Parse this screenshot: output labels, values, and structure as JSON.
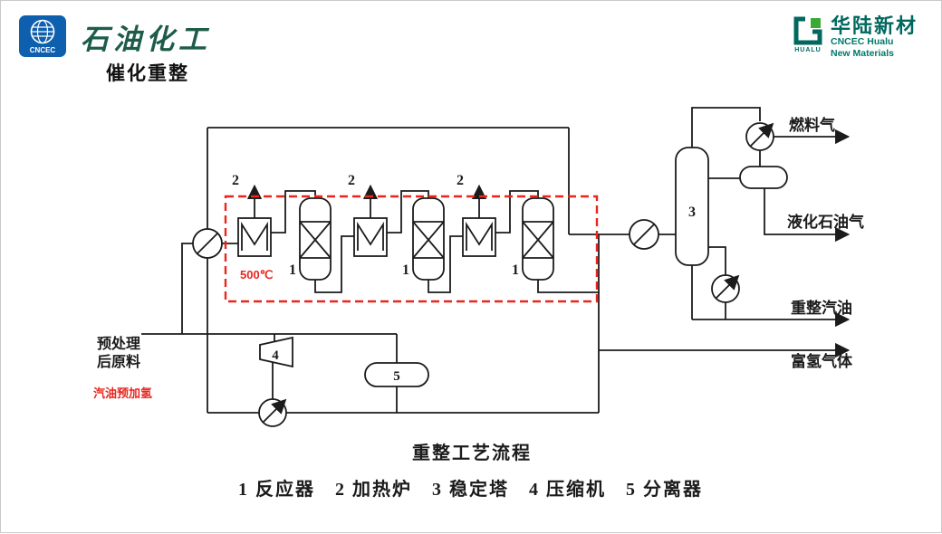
{
  "header": {
    "title": "催化重整",
    "brand_left": {
      "logo_text": "CNCEC",
      "name": "石油化工"
    },
    "brand_right": {
      "name": "华陆新材",
      "line1": "CNCEC Hualu",
      "line2": "New Materials",
      "icon_caption": "HUALU"
    }
  },
  "diagram": {
    "temperature": "500℃",
    "feed": {
      "line1": "预处理",
      "line2": "后原料",
      "note": "汽油预加氢"
    },
    "streams": {
      "fuel_gas": "燃料气",
      "lpg": "液化石油气",
      "reformate": "重整汽油",
      "hydrogen": "富氢气体"
    },
    "equipment": {
      "reactor": "1",
      "furnace": "2",
      "stabilizer": "3",
      "compressor": "4",
      "separator": "5"
    },
    "caption": "重整工艺流程",
    "legend": "1 反应器　2 加热炉　3 稳定塔　4 压缩机　5 分离器",
    "colors": {
      "line": "#1b1b1b",
      "highlight": "#e8251f",
      "brand_teal": "#00685f",
      "brand_green": "#3aaa35"
    }
  }
}
